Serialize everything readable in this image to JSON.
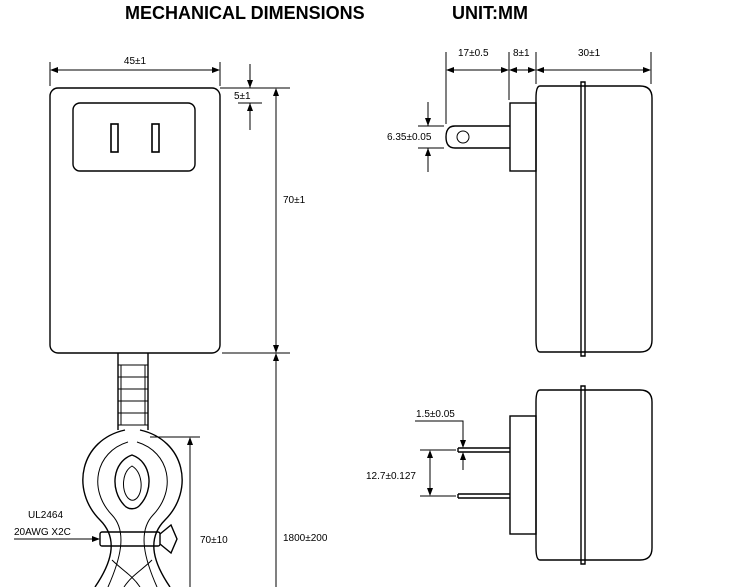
{
  "header": {
    "title": "MECHANICAL DIMENSIONS",
    "unit": "UNIT:MM"
  },
  "front_view": {
    "width": "45±1",
    "plug_offset": "5±1",
    "height": "70±1",
    "cable_loop": "70±10",
    "cable_length": "1800±200",
    "cable_spec_line1": "UL2464",
    "cable_spec_line2": "20AWG X2C"
  },
  "side_view": {
    "prong_length": "17±0.5",
    "base_depth": "8±1",
    "body_depth": "30±1",
    "prong_width": "6.35±0.05"
  },
  "top_view": {
    "prong_thickness": "1.5±0.05",
    "prong_spacing": "12.7±0.127"
  }
}
